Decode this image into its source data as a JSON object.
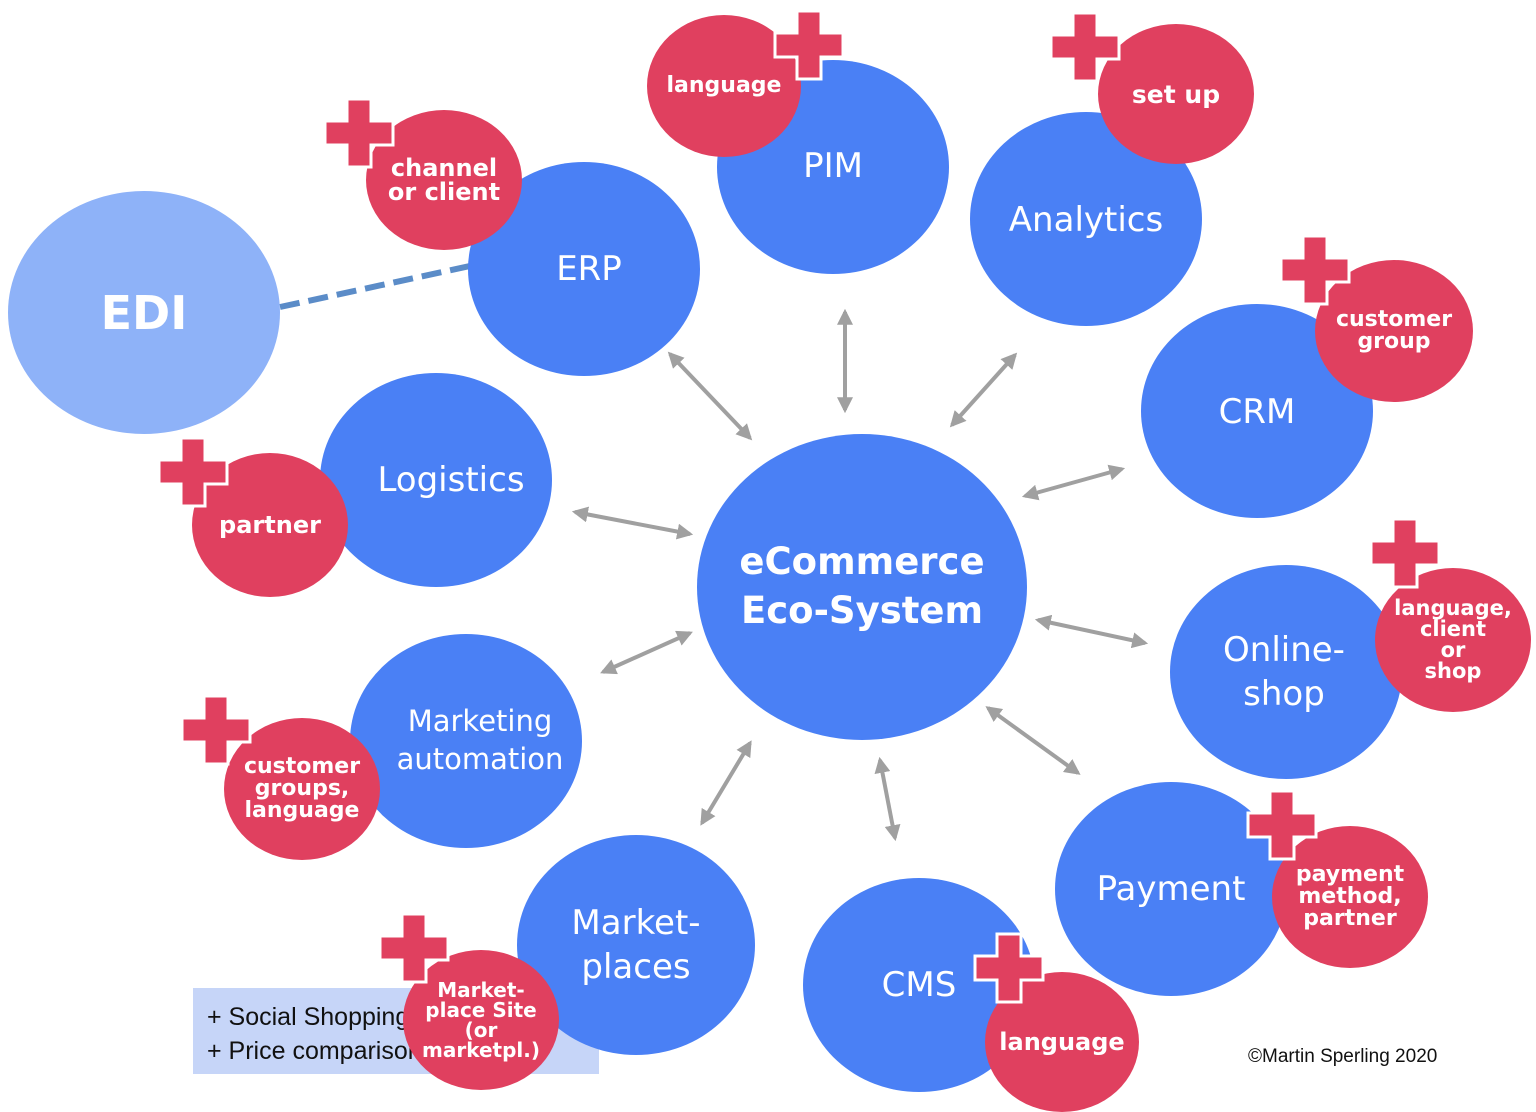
{
  "center": {
    "label": "eCommerce\nEco-System"
  },
  "edi": {
    "label": "EDI"
  },
  "systems": [
    {
      "key": "pim",
      "label": "PIM",
      "extension": "language"
    },
    {
      "key": "analytics",
      "label": "Analytics",
      "extension": "set up"
    },
    {
      "key": "erp",
      "label": "ERP",
      "extension": "channel\nor client"
    },
    {
      "key": "crm",
      "label": "CRM",
      "extension": "customer\ngroup"
    },
    {
      "key": "logistics",
      "label": "Logistics",
      "extension": "partner"
    },
    {
      "key": "onlineshop",
      "label": "Online-\nshop",
      "extension": "language,\nclient\nor\nshop"
    },
    {
      "key": "marketing",
      "label": "Marketing\nautomation",
      "extension": "customer\ngroups,\nlanguage"
    },
    {
      "key": "payment",
      "label": "Payment",
      "extension": "payment\nmethod,\npartner"
    },
    {
      "key": "marketplaces",
      "label": "Market-\nplaces",
      "extension": "Market-\nplace Site\n(or\nmarketpl.)"
    },
    {
      "key": "cms",
      "label": "CMS",
      "extension": "language"
    }
  ],
  "legend": {
    "line1": "+ Social Shopping",
    "line2": "+ Price comparison sites"
  },
  "copyright": "©Martin Sperling 2020",
  "colors": {
    "system": "#4a80f5",
    "edi": "#8eb2f8",
    "extension": "#e0405f",
    "arrow": "#a0a0a0",
    "edi_link": "#5b8cc8",
    "legend_bg": "#c6d5f8"
  },
  "icons": {
    "extension_marker": "plus-icon"
  }
}
